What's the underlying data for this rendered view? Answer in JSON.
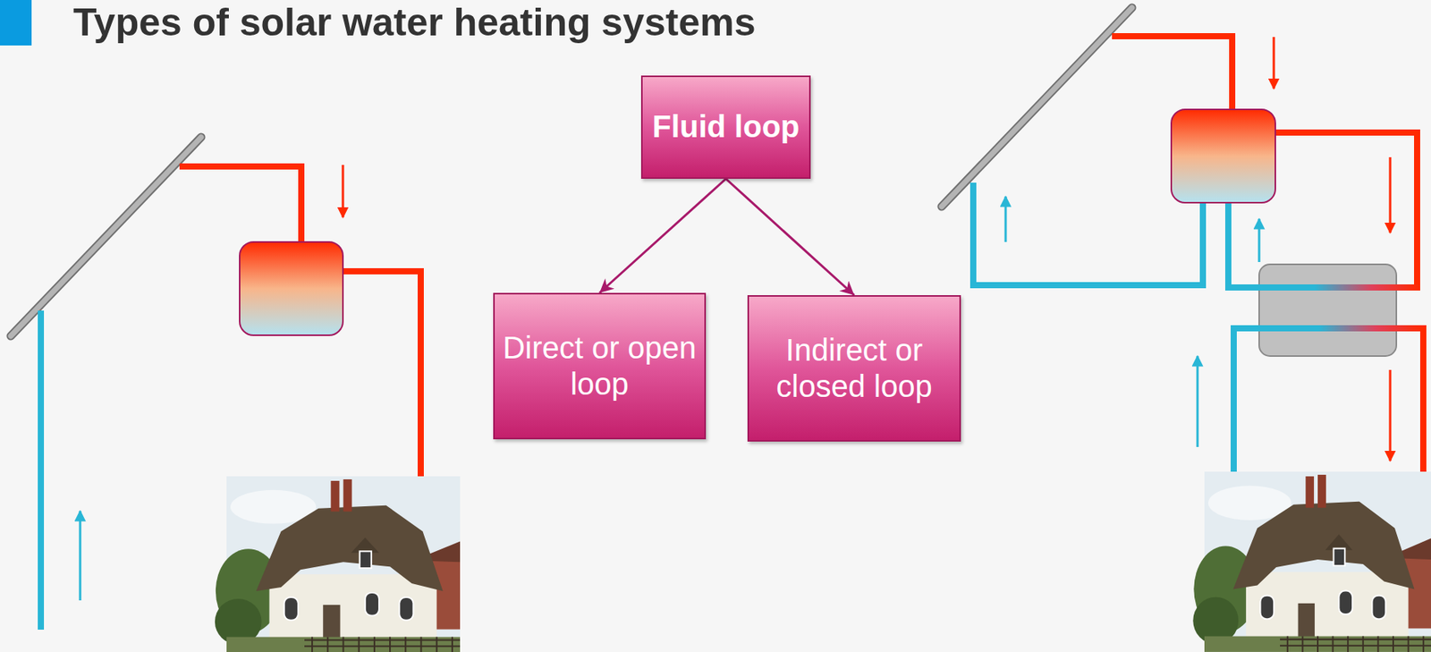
{
  "diagram": {
    "title": "Types of solar water heating systems",
    "nodes": [
      {
        "text": [
          "Fluid loop"
        ]
      },
      {
        "text": [
          "Direct or open loop"
        ]
      },
      {
        "text": [
          "Indirect or closed loop"
        ]
      }
    ],
    "edges": [
      {
        "from": 0,
        "to": 1,
        "arrow": "to"
      },
      {
        "from": 0,
        "to": 2,
        "arrow": "to"
      }
    ]
  }
}
